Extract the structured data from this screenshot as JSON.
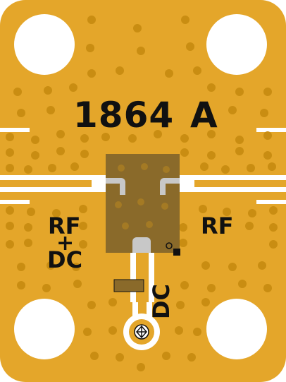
{
  "board": {
    "part_number": "1864",
    "revision": "A",
    "labels": {
      "rf_dc_top": "RF",
      "rf_dc_plus": "+",
      "rf_dc_bottom": "DC",
      "rf_right": "RF",
      "dc_bottom": "DC"
    },
    "colors": {
      "substrate": "#e4a62a",
      "substrate_edge": "#c98d12",
      "trace": "#c8c8c8",
      "via": "#c98d12",
      "component": "#8a6a2a",
      "silkscreen": "#111111",
      "mounting_hole": "#ffffff"
    }
  }
}
